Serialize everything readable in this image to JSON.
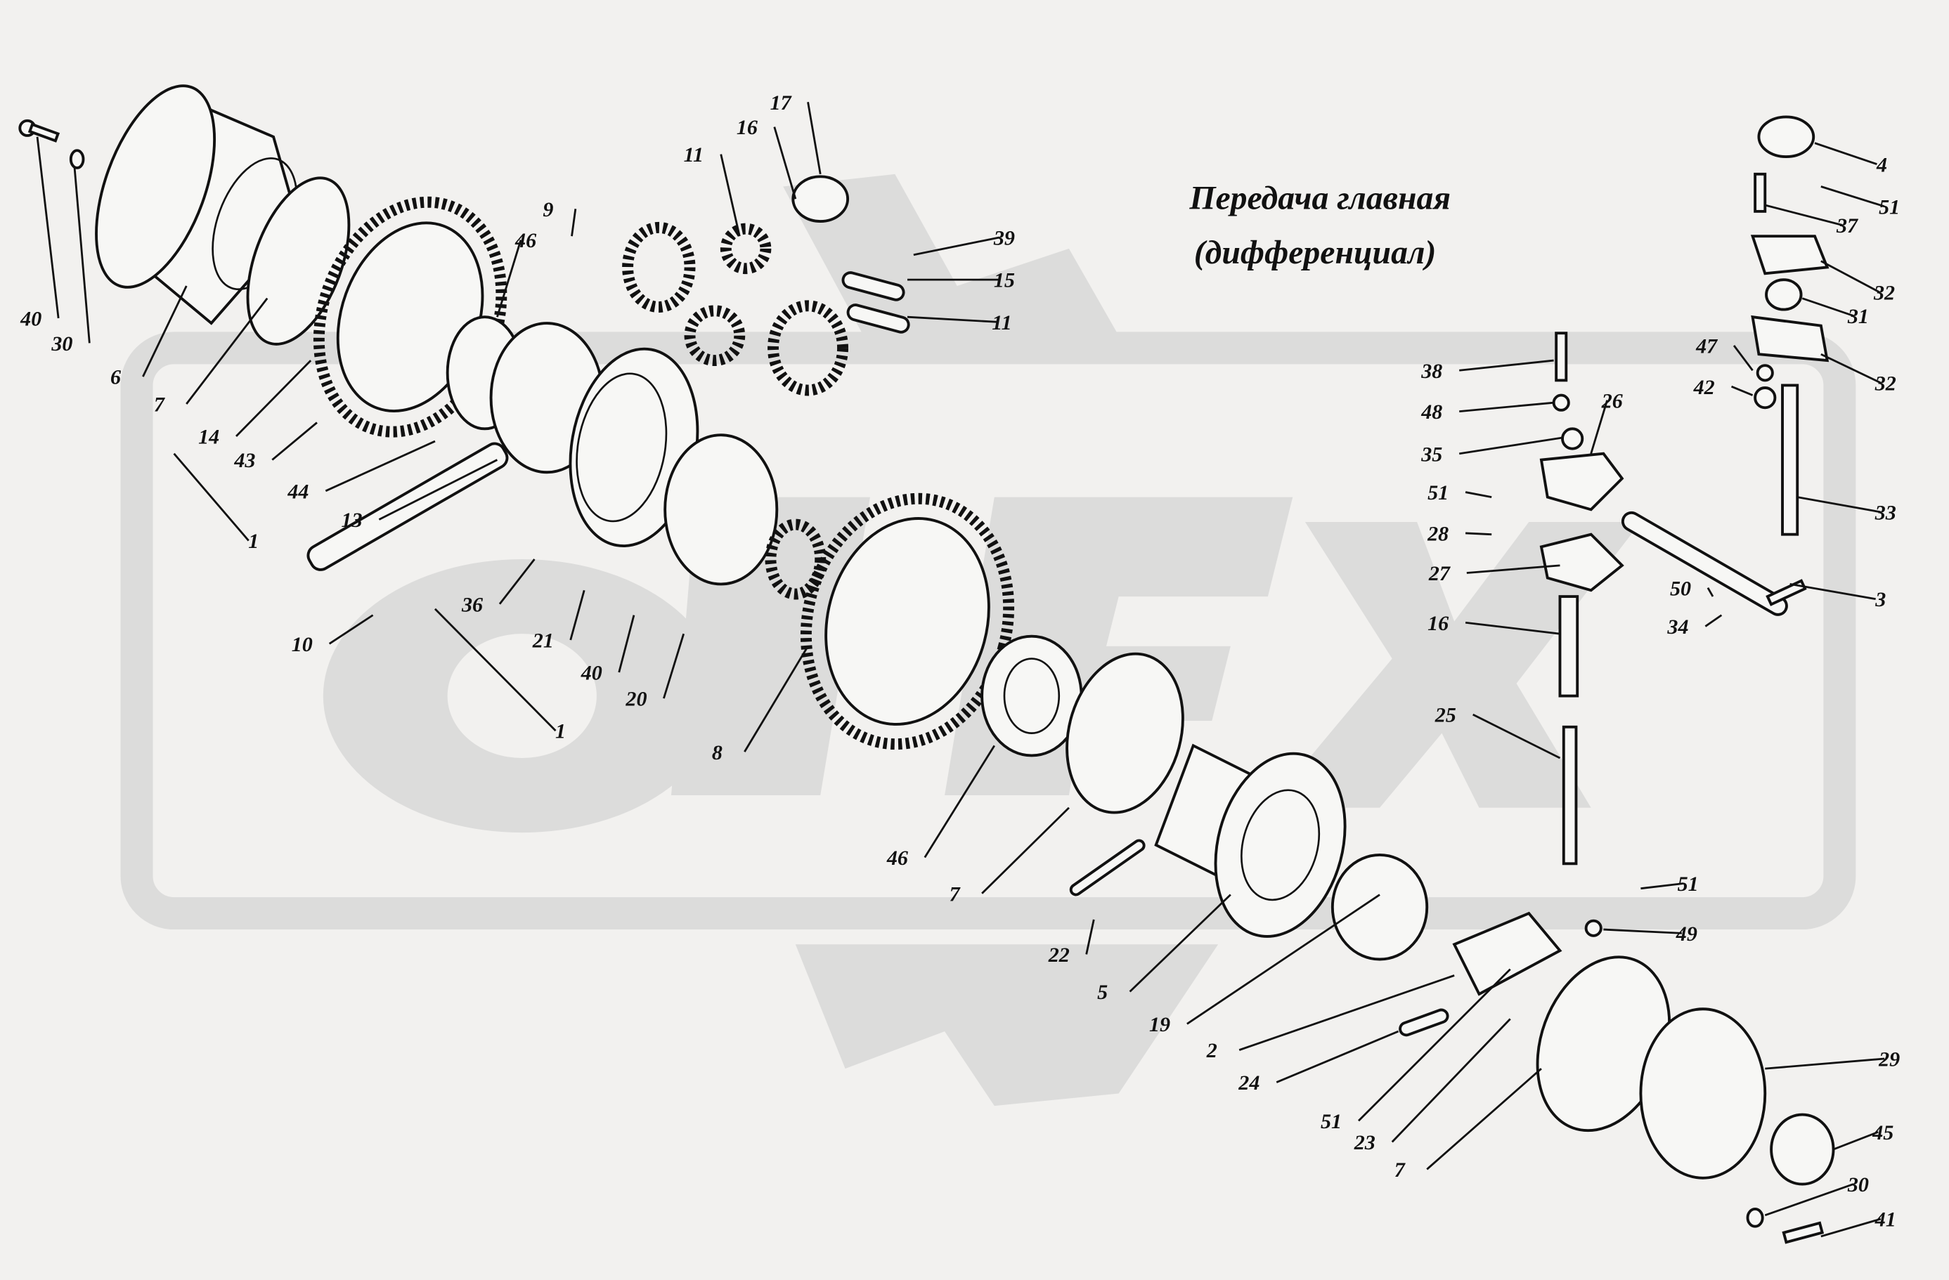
{
  "title": {
    "line1": "Передача главная",
    "line2": "(дифференциал)"
  },
  "watermark": {
    "text": "OTEX",
    "color": "#dcdcdb"
  },
  "callouts": [
    "40",
    "30",
    "6",
    "7",
    "14",
    "43",
    "44",
    "13",
    "1",
    "9",
    "46",
    "17",
    "16",
    "11",
    "39",
    "15",
    "11",
    "4",
    "51",
    "37",
    "32",
    "31",
    "47",
    "42",
    "32",
    "38",
    "48",
    "26",
    "35",
    "51",
    "28",
    "33",
    "27",
    "3",
    "50",
    "34",
    "16",
    "36",
    "10",
    "21",
    "40",
    "20",
    "1",
    "8",
    "25",
    "46",
    "7",
    "51",
    "49",
    "22",
    "5",
    "19",
    "2",
    "29",
    "24",
    "51",
    "45",
    "23",
    "7",
    "30",
    "41"
  ]
}
